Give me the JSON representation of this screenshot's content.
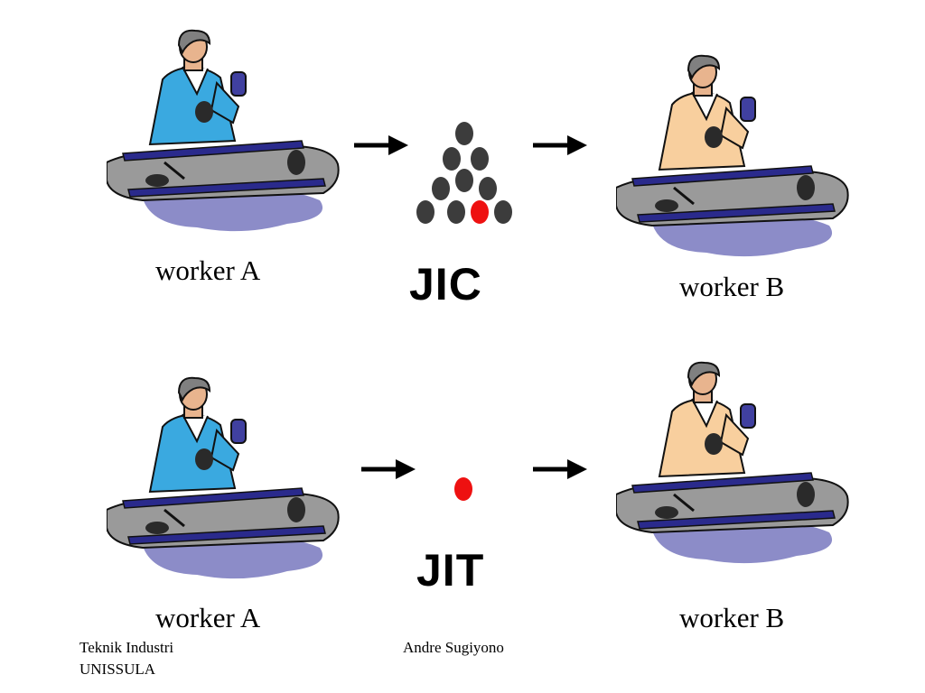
{
  "diagram": {
    "jic": {
      "worker_left": "worker A",
      "method_label": "JIC",
      "worker_right": "worker B"
    },
    "jit": {
      "worker_left": "worker A",
      "method_label": "JIT",
      "worker_right": "worker B"
    }
  },
  "footer": {
    "org_line1": "Teknik Industri",
    "org_line2": "UNISSULA",
    "author": "Andre Sugiyono"
  },
  "colors": {
    "shirt_blue": "#3aa9e0",
    "shirt_peach": "#f8cf9e",
    "conveyor_gray": "#9a9a9a",
    "conveyor_blue": "#2a2a8c",
    "shadow_lavender": "#8c8cc8",
    "part_dark": "#3c3c3c",
    "part_red": "#ee1111"
  }
}
